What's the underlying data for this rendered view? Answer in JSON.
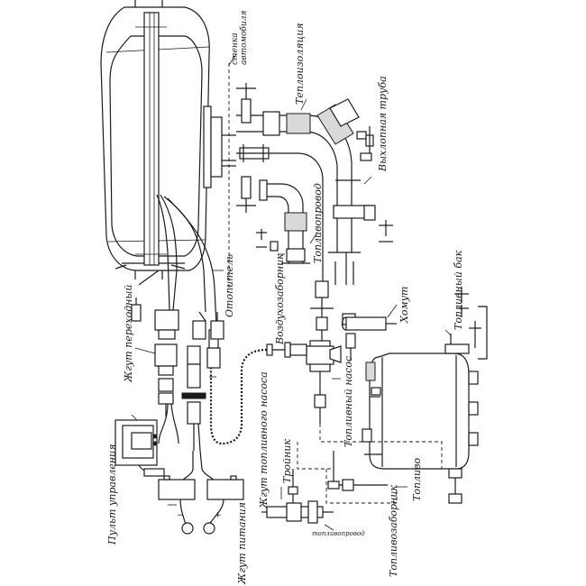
{
  "labels": {
    "car_wall_line1": "стенка",
    "car_wall_line2": "автомобиля",
    "thermal_insulation": "Теплоизоляция",
    "exhaust_pipe": "Выхлопная труба",
    "fuel_line_top": "Топливопровод",
    "heater": "Отопитель",
    "air_intake": "Воздухозаборник",
    "adapter_harness": "Жгут переходный",
    "clamp": "Хомут",
    "fuel_tank": "Топливный бак",
    "fuel_pump_harness": "Жгут топливного насоса",
    "fuel_pump": "Топливный насос",
    "control_panel": "Пульт управления",
    "power_harness": "Жгут питания",
    "tee": "Тройник",
    "fuel": "Топливо",
    "fuel_line_bottom": "топливопровод",
    "fuel_intake": "Топливозаборник"
  },
  "marks": {
    "plus": "+",
    "minus": "−"
  }
}
